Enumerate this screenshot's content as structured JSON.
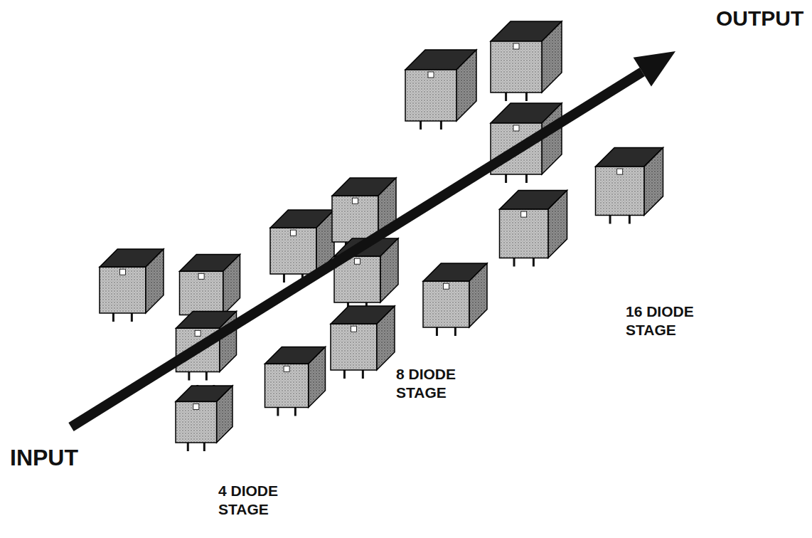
{
  "diagram": {
    "labels": [
      "OUTPUT",
      "INPUT",
      "4 DIODE STAGE",
      "8 DIODE STAGE",
      "16 DIODE STAGE"
    ]
  }
}
